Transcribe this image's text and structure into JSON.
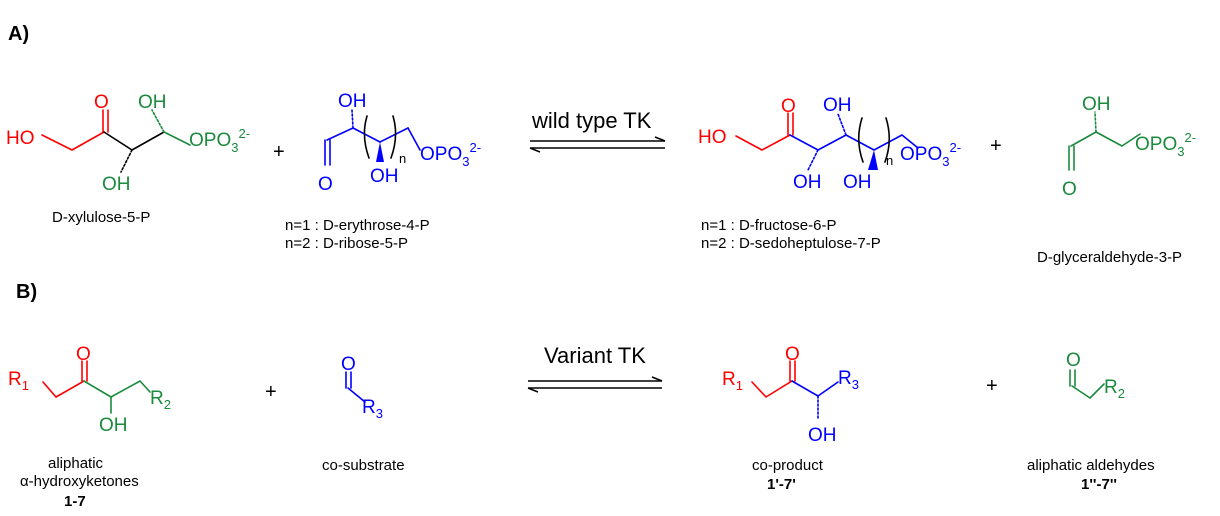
{
  "colors": {
    "red": "#ff0000",
    "green": "#1a8a3c",
    "blue": "#0000ff",
    "black": "#000000"
  },
  "section_a": {
    "heading": "A)",
    "arrow_label": "wild type TK",
    "plus": "+",
    "xylulose": {
      "name": "D-xylulose-5-P",
      "O": "O",
      "OH": "OH",
      "HO": "HO",
      "OPO": "OPO",
      "sub3": "3",
      "charge": "2-"
    },
    "acceptor": {
      "OH": "OH",
      "O": "O",
      "n": "n",
      "OPO": "OPO",
      "sub3": "3",
      "charge": "2-",
      "line1": "n=1 : D-erythrose-4-P",
      "line2": "n=2 : D-ribose-5-P"
    },
    "product": {
      "HO": "HO",
      "O": "O",
      "OH": "OH",
      "n": "n",
      "OPO": "OPO",
      "sub3": "3",
      "charge": "2-",
      "line1": "n=1 : D-fructose-6-P",
      "line2": "n=2 : D-sedoheptulose-7-P"
    },
    "g3p": {
      "name": "D-glyceraldehyde-3-P",
      "OH": "OH",
      "O": "O",
      "OPO": "OPO",
      "sub3": "3",
      "charge": "2-"
    }
  },
  "section_b": {
    "heading": "B)",
    "arrow_label": "Variant TK",
    "plus": "+",
    "ketone": {
      "R": "R",
      "sub1": "1",
      "O": "O",
      "OH": "OH",
      "sub2": "2",
      "line1": "aliphatic",
      "line2": "α-hydroxyketones",
      "code": "1-7"
    },
    "cosubstrate": {
      "O": "O",
      "R": "R",
      "sub3": "3",
      "name": "co-substrate"
    },
    "coproduct": {
      "R": "R",
      "sub1": "1",
      "O": "O",
      "sub3": "3",
      "OH": "OH",
      "name": "co-product",
      "code": "1'-7'"
    },
    "aldehyde": {
      "O": "O",
      "R": "R",
      "sub2": "2",
      "name": "aliphatic aldehydes",
      "code": "1''-7''"
    }
  }
}
